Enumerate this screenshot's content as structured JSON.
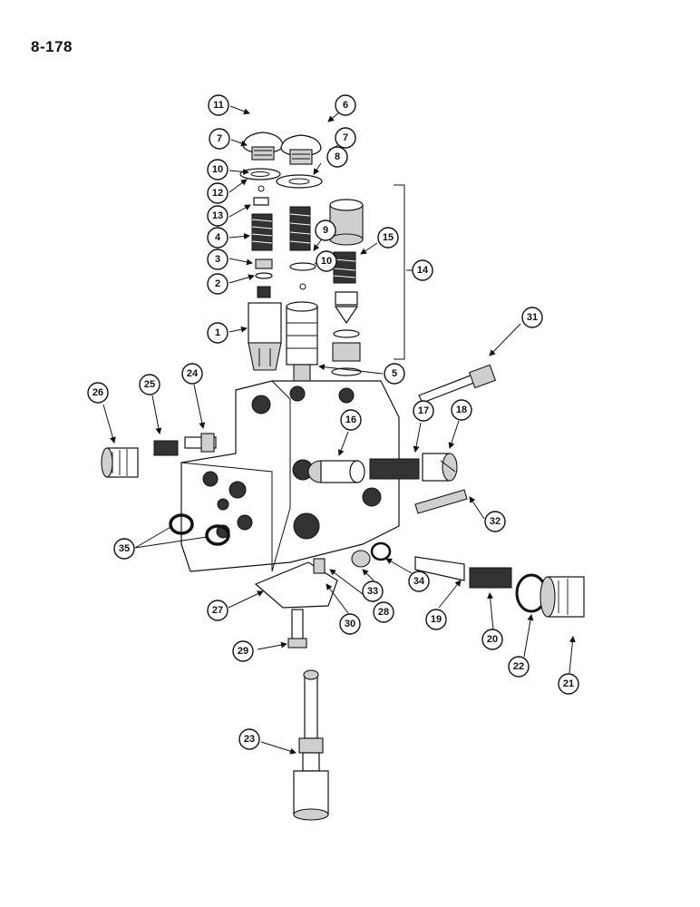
{
  "page_number": "8-178",
  "callouts": [
    "1",
    "2",
    "3",
    "4",
    "5",
    "6",
    "7",
    "7",
    "8",
    "9",
    "10",
    "10",
    "11",
    "12",
    "13",
    "14",
    "15",
    "16",
    "17",
    "18",
    "19",
    "20",
    "21",
    "22",
    "23",
    "24",
    "25",
    "26",
    "27",
    "28",
    "29",
    "30",
    "31",
    "32",
    "33",
    "34",
    "35"
  ]
}
